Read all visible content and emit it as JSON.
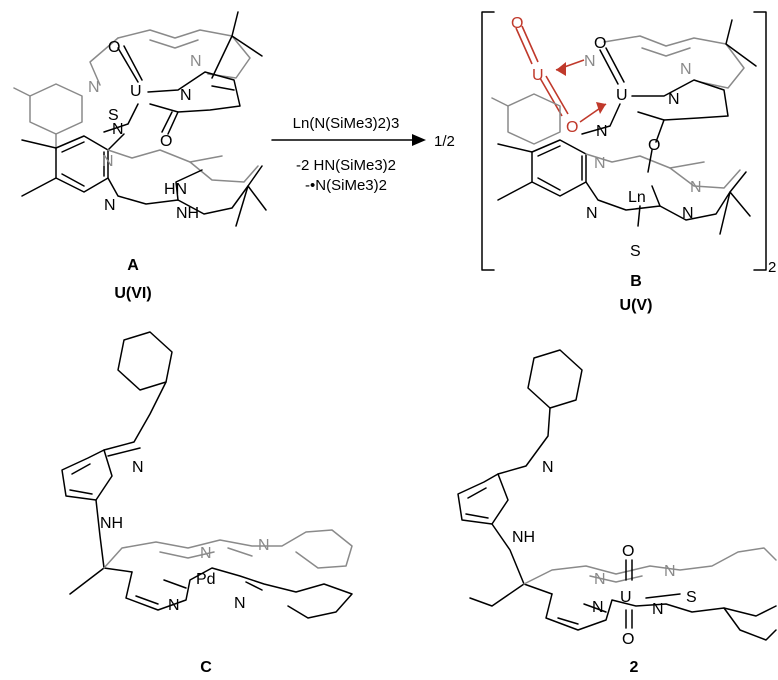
{
  "reaction": {
    "reagent": "Ln(N(SiMe3)2)3",
    "byproduct_1": "-2 HN(SiMe3)2",
    "byproduct_2": "-•N(SiMe3)2",
    "stoichiometry": "1/2",
    "dimer_subscript": "2"
  },
  "compounds": {
    "A": {
      "label": "A",
      "oxidation_state": "U(VI)"
    },
    "B": {
      "label": "B",
      "oxidation_state": "U(V)"
    },
    "C": {
      "label": "C"
    },
    "two": {
      "label": "2"
    }
  },
  "atoms": {
    "U": "U",
    "O": "O",
    "N": "N",
    "S": "S",
    "NH": "NH",
    "HN": "HN",
    "Pd": "Pd",
    "Ln": "Ln"
  },
  "colors": {
    "highlight": "#c0392b",
    "grey": "#8a8a8a",
    "black": "#000000"
  }
}
